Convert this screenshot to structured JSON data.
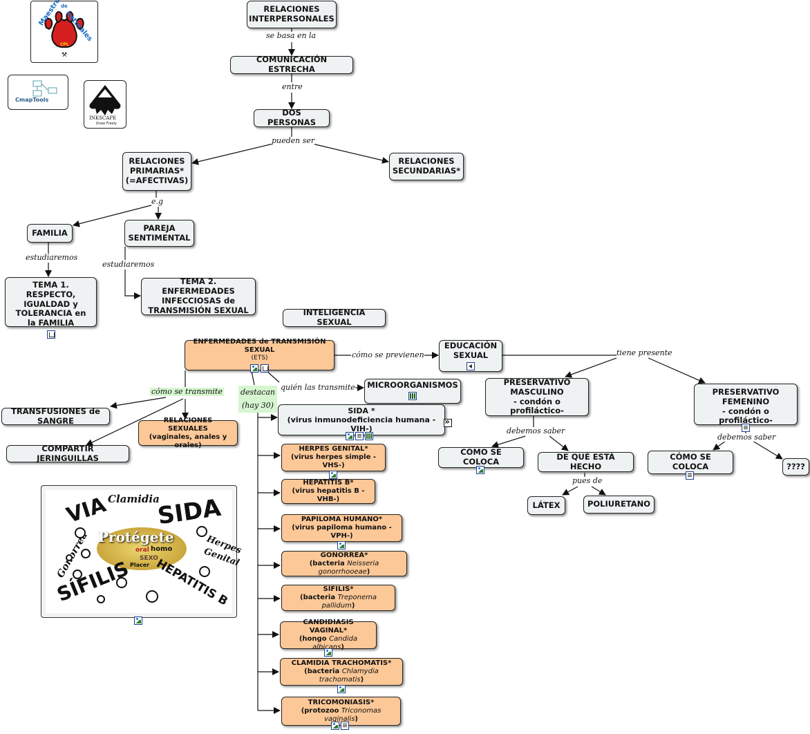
{
  "nodes": {
    "relaciones_interpersonales": [
      "RELACIONES",
      "INTERPERSONALES"
    ],
    "comunicacion": "COMUNICACIÓN ESTRECHA",
    "dos_personas": "DOS PERSONAS",
    "primarias": [
      "RELACIONES",
      "PRIMARIAS*",
      "(=AFECTIVAS)"
    ],
    "secundarias": [
      "RELACIONES",
      "SECUNDARIAS*"
    ],
    "familia": "FAMILIA",
    "pareja": [
      "PAREJA",
      "SENTIMENTAL"
    ],
    "tema1": [
      "TEMA 1. RESPECTO,",
      "IGUALDAD y",
      "TOLERANCIA en",
      "la FAMILIA"
    ],
    "tema2": [
      "TEMA 2. ENFERMEDADES",
      "INFECCIOSAS de",
      "TRANSMISIÓN SEXUAL"
    ],
    "inteligencia": "INTELIGENCIA SEXUAL",
    "ets_title": "ENFERMEDADES de TRANSMISIÓN SEXUAL",
    "ets_sub": "(ETS)",
    "educacion": [
      "EDUCACIÓN",
      "SEXUAL"
    ],
    "microorganismos": "MICROORGANISMOS",
    "transfusiones": "TRANSFUSIONES de SANGRE",
    "jeringuillas": "COMPARTIR JERINGUILLAS",
    "rel_sexuales": [
      "RELACIONES SEXUALES",
      "(vaginales, anales y orales)"
    ],
    "sida": [
      "SIDA *",
      "(virus inmunodeficiencia humana -VIH-)"
    ],
    "herpes": [
      "HERPES GENITAL*",
      "(virus herpes simple -VHS-)"
    ],
    "hepatitis": [
      "HEPATITIS B*",
      "(virus hepatitis B -VHB-)"
    ],
    "papiloma": [
      "PAPILOMA HUMANO*",
      "(virus papiloma humano  -VPH-)"
    ],
    "gonorrea_t": "GONORREA*",
    "gonorrea_a": "(bacteria ",
    "gonorrea_b": "Neisseria gonorrhooeae",
    "gonorrea_c": ")",
    "sifilis_t": "SÍFILIS*",
    "sifilis_a": "(bacteria ",
    "sifilis_b": "Treponema pallidum",
    "sifilis_c": ")",
    "candidiasis_t": "CANDIDIASIS VAGINAL*",
    "candidiasis_a": "(hongo ",
    "candidiasis_b": "Candida albicans",
    "candidiasis_c": ")",
    "clamidia_t": "CLAMIDIA TRACHOMATIS*",
    "clamidia_a": "(bacteria ",
    "clamidia_b": "Chlamydia trachomatis",
    "clamidia_c": ")",
    "tricomoniasis_t": "TRICOMONIASIS*",
    "tricomoniasis_a": "(protozoo ",
    "tricomoniasis_b": "Triconomas vaginalis",
    "tricomoniasis_c": ")",
    "pres_masc": [
      "PRESERVATIVO",
      "MASCULINO",
      "- condón o profiláctico-"
    ],
    "pres_fem": [
      "PRESERVATIVO",
      "FEMENINO",
      "- condón o profiláctico-"
    ],
    "como_coloca_m": "CÓMO SE COLOCA",
    "de_que": "DE QUÉ ESTÁ HECHO",
    "como_coloca_f": "CÓMO SE COLOCA",
    "interrogacion": "????",
    "latex": "LÁTEX",
    "poliuretano": "POLIURETANO"
  },
  "links": {
    "se_basa": "se basa en la",
    "entre": "entre",
    "pueden_ser": "pueden ser",
    "eg": "e.g",
    "estudiaremos1": "estudiaremos",
    "estudiaremos2": "estudiaremos",
    "como_previenen": "cómo se previenen",
    "tiene_presente": "tiene presente",
    "quien_transmite": "quién las transmite",
    "como_transmite": "cómo se transmite",
    "destacan": [
      "destacan",
      "(hay 30)"
    ],
    "debemos_saber1": "debemos saber",
    "debemos_saber2": "debemos saber",
    "pues_de": "pues de"
  },
  "logos": {
    "maestro_top": [
      "Maestro",
      "de",
      "naturales"
    ],
    "maestro_badge": "CPL",
    "cmap": "CmapTools",
    "inkscape": "INKSCAPE",
    "inkscape_sub": "Draw Freely"
  },
  "poster_words": {
    "via": "VIA",
    "clamidia": "Clamidia",
    "sida": "SIDA",
    "protegete": "Protégete",
    "gonorrea": "Gonorrea",
    "herpes": "Herpes",
    "genital": "Genital",
    "sifilis": "SÍFILIS",
    "hepatitis": "HEPATITIS B",
    "oral": "oral",
    "homo": "homo",
    "sexo": "SEXO",
    "placer": "Placer"
  },
  "colors": {
    "node": "#eef2f3",
    "orange": "#fcc897",
    "green_label": "#d6f5d0"
  }
}
